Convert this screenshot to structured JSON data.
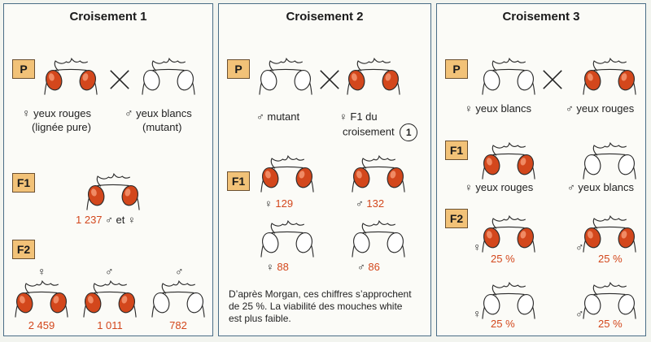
{
  "colors": {
    "red_eye": "#d3471c",
    "label_box": "#f2c278",
    "border": "#4a6d86",
    "number": "#d3471c"
  },
  "panels": [
    {
      "title": "Croisement 1",
      "P": {
        "label": "P",
        "female_sym": "♀",
        "female_text_1": "yeux rouges",
        "female_text_2": "(lignée pure)",
        "male_sym": "♂",
        "male_text_1": "yeux blancs",
        "male_text_2": "(mutant)"
      },
      "F1": {
        "label": "F1",
        "count": "1 237",
        "male_sym": "♂",
        "conj": "et",
        "female_sym": "♀"
      },
      "F2": {
        "label": "F2",
        "items": [
          {
            "sym": "♀",
            "count": "2 459"
          },
          {
            "sym": "♂",
            "count": "1 011"
          },
          {
            "sym": "♂",
            "count": "782"
          }
        ]
      }
    },
    {
      "title": "Croisement 2",
      "P": {
        "label": "P",
        "male_sym": "♂",
        "male_text": "mutant",
        "female_sym": "♀",
        "female_text_1": "F1 du",
        "female_text_2": "croisement",
        "ref": "1"
      },
      "F1": {
        "label": "F1",
        "items": [
          {
            "sym": "♀",
            "count": "129"
          },
          {
            "sym": "♂",
            "count": "132"
          },
          {
            "sym": "♀",
            "count": "88"
          },
          {
            "sym": "♂",
            "count": "86"
          }
        ]
      },
      "note_1": "D’après Morgan, ces chiffres s’approchent",
      "note_2": "de 25 %. La viabilité des mouches white",
      "note_3": "est plus faible."
    },
    {
      "title": "Croisement 3",
      "P": {
        "label": "P",
        "female_sym": "♀",
        "female_text": "yeux blancs",
        "male_sym": "♂",
        "male_text": "yeux rouges"
      },
      "F1": {
        "label": "F1",
        "female_sym": "♀",
        "female_text": "yeux rouges",
        "male_sym": "♂",
        "male_text": "yeux blancs"
      },
      "F2": {
        "label": "F2",
        "items": [
          {
            "sym": "♀",
            "percent": "25 %"
          },
          {
            "sym": "♂",
            "percent": "25 %"
          },
          {
            "sym": "♀",
            "percent": "25 %"
          },
          {
            "sym": "♂",
            "percent": "25 %"
          }
        ]
      }
    }
  ]
}
